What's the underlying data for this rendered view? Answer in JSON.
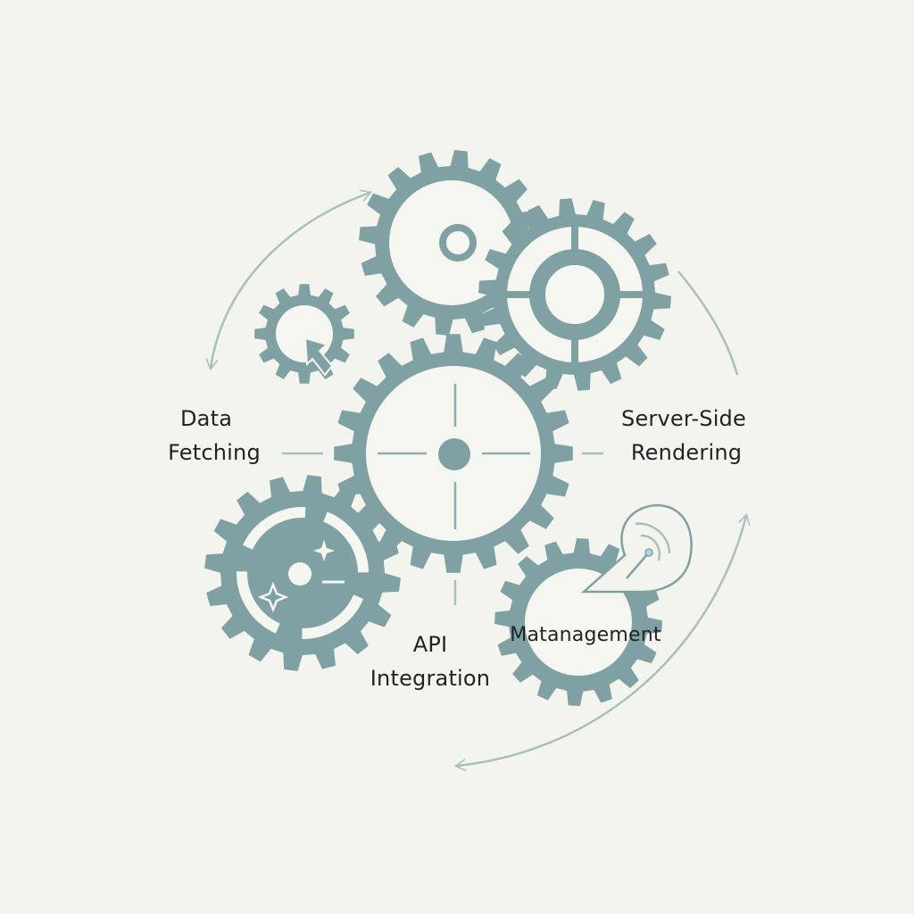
{
  "diagram": {
    "type": "cycle-of-gears",
    "colors": {
      "background": "#f4f4ee",
      "gear": "#7fa1a4",
      "gear_light": "#f6f6f0",
      "arrow": "#a8bfc0",
      "text": "#1f2326"
    },
    "labels": {
      "data_fetching": {
        "line1": "Data",
        "line2": "Fetching"
      },
      "server_side_rendering": {
        "line1": "Server-Side",
        "line2": "Rendering"
      },
      "api_integration": {
        "line1": "API",
        "line2": "Integration"
      },
      "state_management": {
        "line1": "Matanagement"
      }
    },
    "nodes": [
      {
        "id": "top-gear",
        "icon": "ring-gear-icon"
      },
      {
        "id": "top-right-gear",
        "icon": "target-gear-icon"
      },
      {
        "id": "small-gear",
        "icon": "cursor-gear-icon"
      },
      {
        "id": "center-gear",
        "icon": "crosshair-gear-icon"
      },
      {
        "id": "bottom-left-gear",
        "icon": "sparkle-gear-icon"
      },
      {
        "id": "bottom-right-gear",
        "icon": "signal-bubble-gear-icon"
      }
    ],
    "arrows": [
      {
        "id": "top-left-arc",
        "direction": "bidirectional"
      },
      {
        "id": "right-arc",
        "direction": "none"
      },
      {
        "id": "bottom-right-arc",
        "direction": "bidirectional"
      }
    ]
  }
}
